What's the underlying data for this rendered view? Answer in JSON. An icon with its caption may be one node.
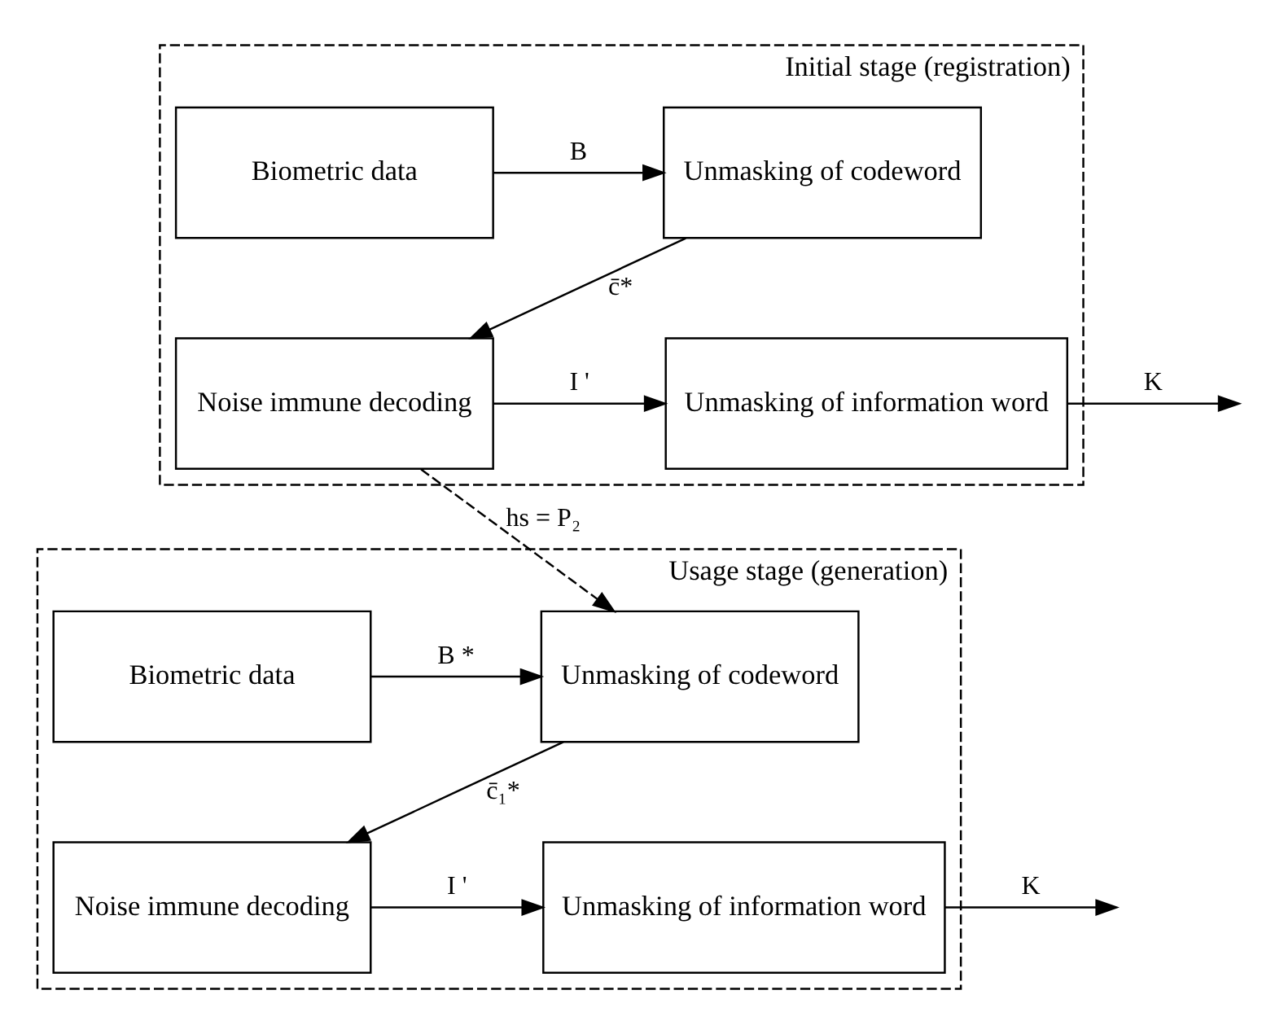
{
  "diagram": {
    "nodes": [
      {
        "text": [
          "Initial stage (registration)"
        ]
      },
      {
        "text": [
          "Biometric data"
        ],
        "in": 0
      },
      {
        "text": [
          "Unmasking of codeword"
        ],
        "in": 0
      },
      {
        "text": [
          "Noise immune decoding"
        ],
        "in": 0
      },
      {
        "text": [
          "Unmasking of information word"
        ],
        "in": 0
      },
      {
        "text": [
          "Usage stage (generation)"
        ]
      },
      {
        "text": [
          "Biometric data"
        ],
        "in": 5
      },
      {
        "text": [
          "Unmasking of codeword"
        ],
        "in": 5
      },
      {
        "text": [
          "Noise immune decoding"
        ],
        "in": 5
      },
      {
        "text": [
          "Unmasking of information word"
        ],
        "in": 5
      }
    ],
    "edges": [
      {
        "from": 1,
        "to": 2,
        "arrow": "to",
        "label": "B"
      },
      {
        "from": 2,
        "to": 3,
        "arrow": "to",
        "label": "c̄*"
      },
      {
        "from": 3,
        "to": 4,
        "arrow": "to",
        "label": "I '"
      },
      {
        "from": 4,
        "to": null,
        "arrow": "to",
        "label": "K"
      },
      {
        "from": 3,
        "to": 7,
        "arrow": "to",
        "label": "hs = P₂",
        "style": "dashed"
      },
      {
        "from": 6,
        "to": 7,
        "arrow": "to",
        "label": "B *"
      },
      {
        "from": 7,
        "to": 8,
        "arrow": "to",
        "label": "c̄₁*"
      },
      {
        "from": 8,
        "to": 9,
        "arrow": "to",
        "label": "I '"
      },
      {
        "from": 9,
        "to": null,
        "arrow": "to",
        "label": "K"
      }
    ]
  }
}
